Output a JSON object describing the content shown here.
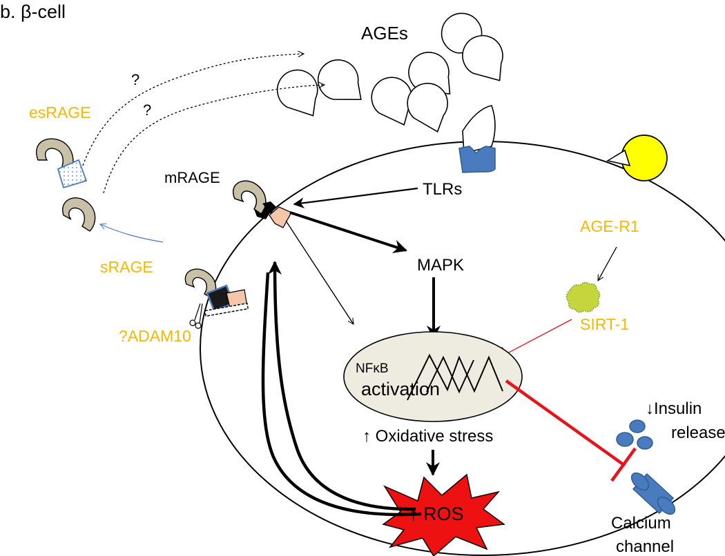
{
  "panel_label": "b. β-cell",
  "labels": {
    "ages": "AGEs",
    "question_1": "?",
    "question_2": "?",
    "esrage": "esRAGE",
    "mrage": "mRAGE",
    "tlrs": "TLRs",
    "age_r1": "AGE-R1",
    "srage": "sRAGE",
    "mapk": "MAPK",
    "adam10": "?ADAM10",
    "sirt1": "SIRT-1",
    "nfkb": "NFκB",
    "activation": "activation",
    "insulin_line1": "↓Insulin",
    "insulin_line2": "release",
    "oxidative_stress": "↑ Oxidative stress",
    "ros": "↑ ROS",
    "calcium_line1": "Calcium",
    "calcium_line2": "channel"
  },
  "colors": {
    "accent_orange": "#f5b800",
    "receptor_blue": "#4a7bbf",
    "inhibition_red": "#e8141c",
    "ros_red": "#ee1111",
    "nucleus_fill": "#eeece1",
    "age_r1_yellow": "#ffff00",
    "sirt1_green": "#c5d63c",
    "rage_tan": "#c9c0a8",
    "rage_peach": "#f5c6a8"
  }
}
